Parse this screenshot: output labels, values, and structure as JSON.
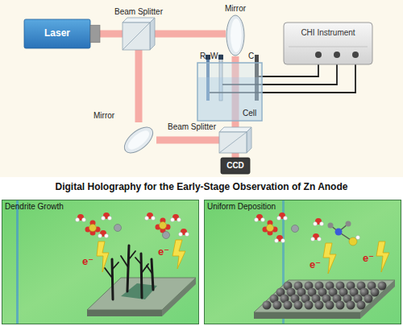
{
  "diagram": {
    "title": "Digital Holography for the Early-Stage Observation of Zn Anode",
    "nodes": [
      {
        "text": [
          "Laser"
        ]
      },
      {
        "text": [
          "Beam Splitter"
        ]
      },
      {
        "text": [
          "Mirror"
        ]
      },
      {
        "text": [
          "CHI Instrument"
        ]
      },
      {
        "text": [
          "Cell"
        ]
      },
      {
        "text": [
          "Mirror"
        ]
      },
      {
        "text": [
          "Beam Splitter"
        ]
      },
      {
        "text": [
          "CCD"
        ]
      },
      {
        "text": [
          "Dendrite Growth"
        ]
      },
      {
        "text": [
          "Uniform Deposition"
        ]
      }
    ],
    "edges": [
      {
        "from": 0,
        "to": 1,
        "arrow": "none"
      },
      {
        "from": 1,
        "to": 2,
        "arrow": "none"
      },
      {
        "from": 2,
        "to": 4,
        "arrow": "none"
      },
      {
        "from": 4,
        "to": 6,
        "arrow": "none"
      },
      {
        "from": 1,
        "to": 5,
        "arrow": "none"
      },
      {
        "from": 5,
        "to": 6,
        "arrow": "none"
      },
      {
        "from": 6,
        "to": 7,
        "arrow": "none"
      },
      {
        "from": 3,
        "to": 4,
        "arrow": "none"
      }
    ],
    "labels": [
      "R",
      "W",
      "C",
      "e⁻",
      "e⁻",
      "e⁻",
      "e⁻"
    ]
  }
}
